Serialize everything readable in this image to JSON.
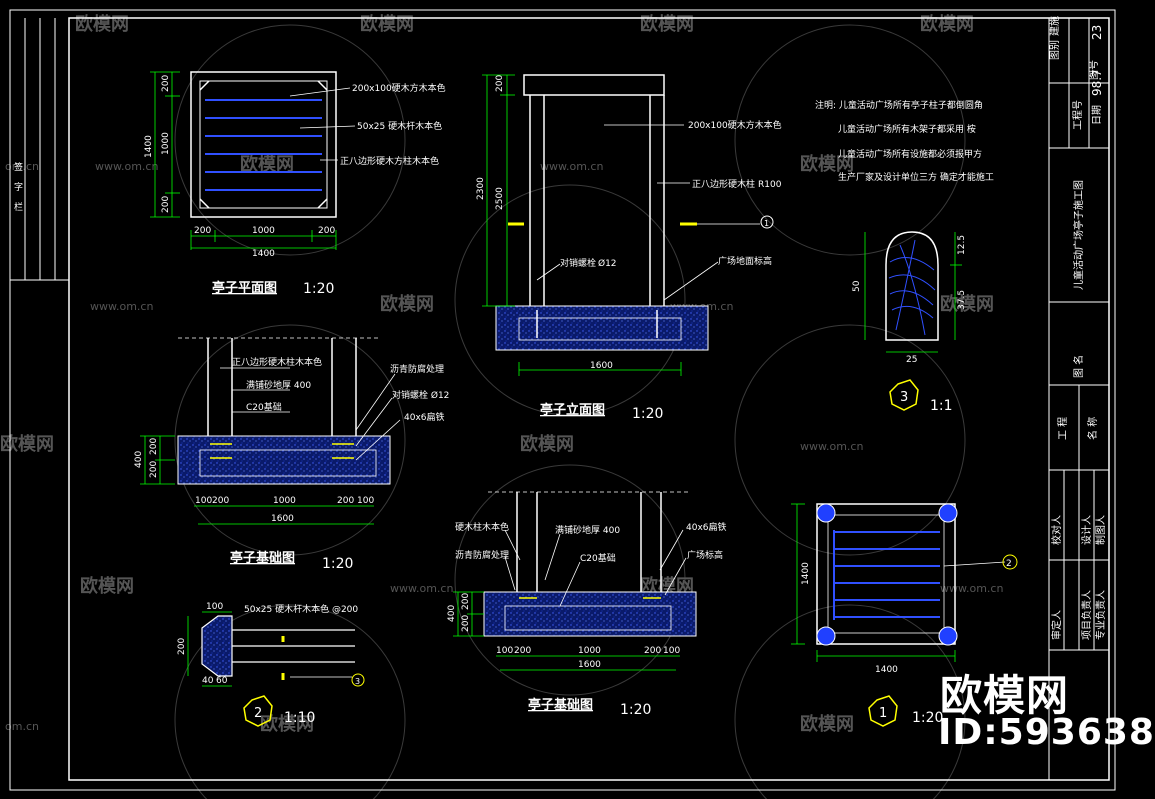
{
  "watermark": {
    "brand": "欧模网",
    "site": "www.om.cn",
    "site_short": "om.cn",
    "id_label": "ID:593638"
  },
  "colors": {
    "line": "#ffffff",
    "dim": "#00ff00",
    "text": "#ffffff",
    "member": "#0000ff",
    "foundation": "#3050ff",
    "accent": "#ffff00"
  },
  "plan": {
    "title": "亭子平面图",
    "scale": "1:20",
    "labels": [
      "200x100硬木方木本色",
      "50x25 硬木杆木本色",
      "正八边形硬木方柱木本色"
    ],
    "dims_top": [
      "200",
      "1000",
      "200"
    ],
    "dim_total": "1400",
    "dims_left": [
      "200",
      "1000",
      "200"
    ],
    "dim_left_total": "1400"
  },
  "elevation": {
    "title": "亭子立面图",
    "scale": "1:20",
    "labels": [
      "200x100硬木方木本色",
      "正八边形硬木柱",
      "R100",
      "对销螺栓",
      "Ø12",
      "广场地面标高"
    ],
    "dims_left": [
      "200",
      "2300",
      "2500"
    ],
    "dim_bottom": "1600",
    "marker": "1"
  },
  "notes": [
    "注明: 儿童活动广场所有亭子柱子都倒圆角",
    "儿童活动广场所有木架子都采用 桉",
    "儿童活动广场所有设施都必须报甲方",
    "生产厂家及设计单位三方     确定才能施工"
  ],
  "detail3": {
    "marker": "3",
    "scale": "1:1",
    "dims": [
      "12.5",
      "50",
      "37.5",
      "25"
    ]
  },
  "foundation_left": {
    "title": "亭子基础图",
    "scale": "1:20",
    "labels": [
      "正八边形硬木柱木本色",
      "沥青防腐处理",
      "满铺砂地厚 400",
      "对销螺栓 Ø12",
      "C20基础",
      "40x6扁铁"
    ],
    "dims_left": [
      "400",
      "200",
      "200"
    ],
    "dims_bottom": [
      "100",
      "200",
      "1000",
      "200",
      "100"
    ],
    "dim_total": "1600"
  },
  "foundation_right": {
    "title": "亭子基础图",
    "scale": "1:20",
    "labels": [
      "硬木柱木本色",
      "满铺砂地厚 400",
      "40x6扁铁",
      "沥青防腐处理",
      "C20基础",
      "广场标高"
    ],
    "dims_left": [
      "400",
      "200",
      "200"
    ],
    "dims_bottom": [
      "100",
      "200",
      "1000",
      "200",
      "100"
    ],
    "dim_total": "1600"
  },
  "detail2": {
    "marker": "2",
    "scale": "1:10",
    "label": "50x25 硬木杆木本色 @200",
    "dims": [
      "100",
      "200",
      "40",
      "60"
    ],
    "section_marker": "3"
  },
  "roof_plan": {
    "marker": "1",
    "scale": "1:20",
    "dim_bottom": "1400",
    "dim_left": "1400",
    "callout": "2"
  },
  "title_block": {
    "drawing_no_label": "图号",
    "drawing_no": "23",
    "date_label": "日期",
    "date": "98.7",
    "project_label": "工程号",
    "category_label": "图别",
    "category": "建施",
    "drawing_title": "儿童活动广场亭子施工图",
    "name_label": "图      名",
    "project": "工  程",
    "project_name": "名  称",
    "roles": [
      "校对人",
      "设计人",
      "制图人",
      "审定人",
      "项目负责人",
      "专业负责人"
    ],
    "left_labels": [
      "签",
      "字",
      "栏"
    ]
  }
}
